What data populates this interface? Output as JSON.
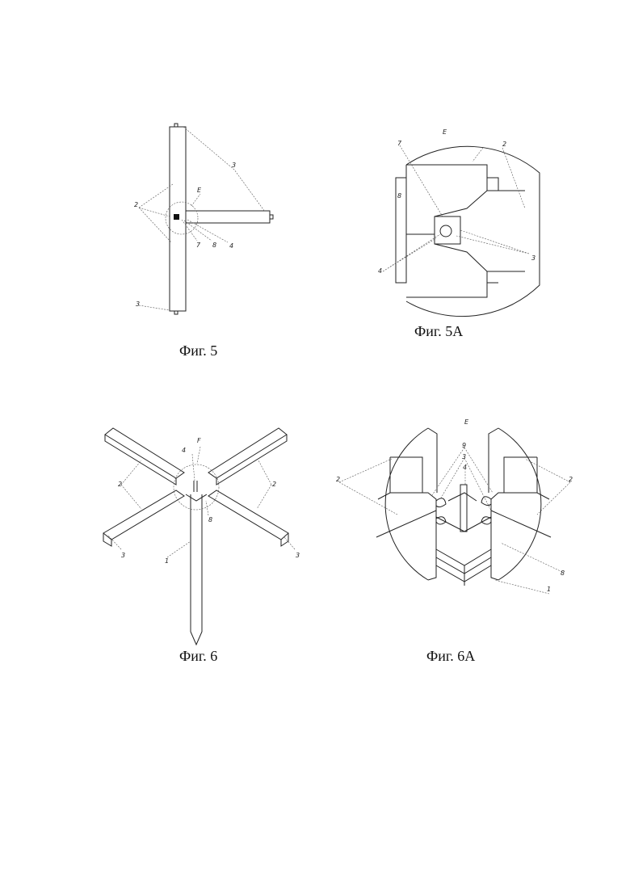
{
  "figures": [
    {
      "caption": "Фиг. 5",
      "labels": {
        "part2": "2",
        "part3a": "3",
        "part3b": "3",
        "detail": "E",
        "part7": "7",
        "part8": "8",
        "part4": "4"
      }
    },
    {
      "caption": "Фиг. 5А",
      "labels": {
        "detail": "E",
        "part7": "7",
        "part2": "2",
        "part8": "8",
        "part3": "3",
        "part4": "4"
      }
    },
    {
      "caption": "Фиг. 6",
      "labels": {
        "detail": "F",
        "part4": "4",
        "part2a": "2",
        "part2b": "2",
        "part3a": "3",
        "part3b": "3",
        "part1": "1",
        "part8": "8"
      }
    },
    {
      "caption": "Фиг. 6А",
      "labels": {
        "detail": "E",
        "part9": "9",
        "part3": "3",
        "part4": "4",
        "part2a": "2",
        "part2b": "2",
        "part8": "8",
        "part1": "1"
      }
    }
  ]
}
